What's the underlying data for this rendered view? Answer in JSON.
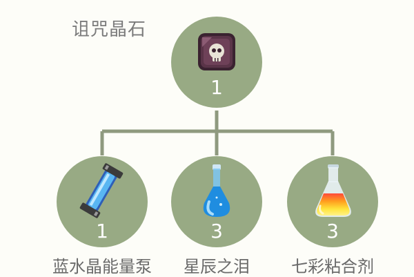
{
  "root": {
    "title": "诅咒晶石",
    "count": "1",
    "icon": "skull-crystal-icon"
  },
  "children": [
    {
      "label": "蓝水晶能量泵",
      "count": "1",
      "icon": "blue-crystal-pump-icon"
    },
    {
      "label": "星辰之泪",
      "count": "3",
      "icon": "blue-potion-flask-icon"
    },
    {
      "label": "七彩粘合剂",
      "count": "3",
      "icon": "rainbow-flask-icon"
    }
  ],
  "colors": {
    "node": "#98aa84",
    "connector": "#8f9a7f",
    "count_text": "#ffffff",
    "label_text": "#6a6a6a"
  }
}
